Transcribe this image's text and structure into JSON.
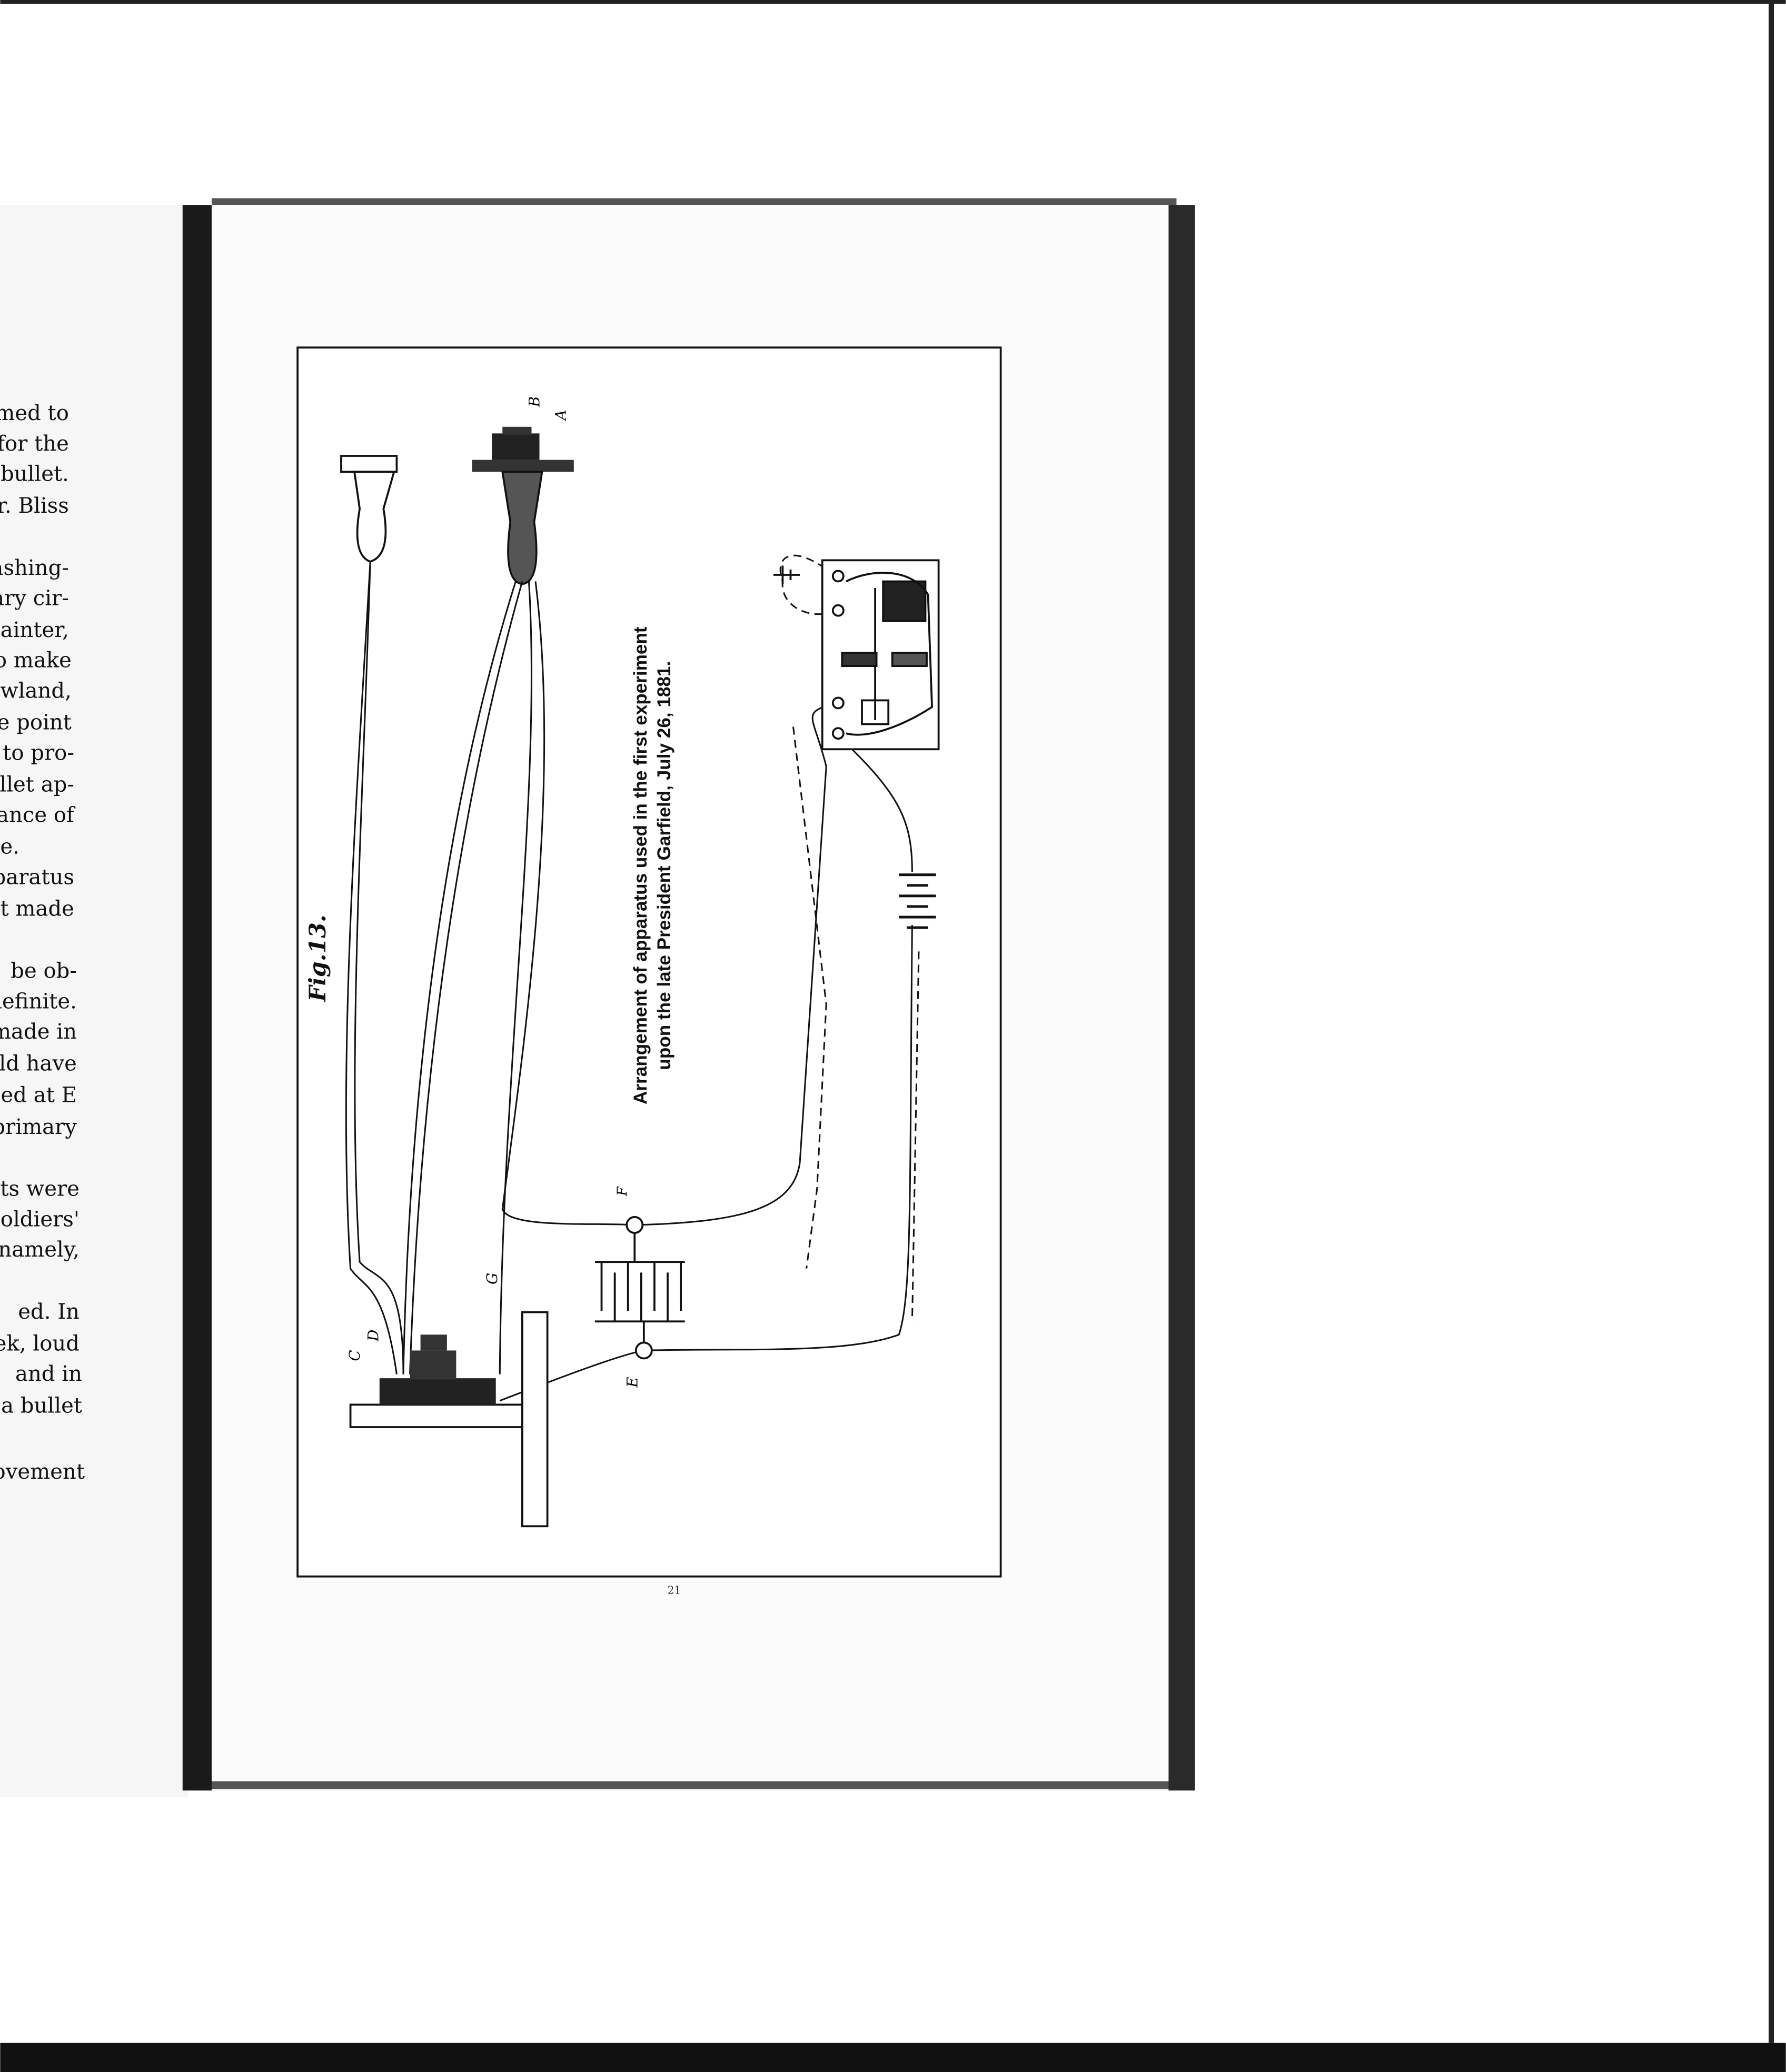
{
  "left_page": {
    "lines": [
      "med to",
      "for the",
      "bullet.",
      "r. Bliss",
      "ashing-",
      "ary cir-",
      "ainter,",
      "o make",
      "wland,",
      "e point",
      "to pro-",
      "llet ap-",
      "ance of",
      "e.",
      "paratus",
      "t made",
      "be ob-",
      "definite.",
      "made in",
      "ld have",
      "ed at E",
      "primary",
      "ts were",
      "oldiers'",
      "namely,",
      "ed.  In",
      "ek, loud",
      "and in",
      "a bullet",
      "ovement"
    ]
  },
  "figure": {
    "label": "Fig.13.",
    "caption_line1": "Arrangement of apparatus used in the first experiment",
    "caption_line2": "upon the late President Garfield, July 26, 1881.",
    "letters": {
      "A": "A",
      "B": "B",
      "C": "C",
      "D": "D",
      "E": "E",
      "F": "F",
      "G": "G"
    }
  },
  "page_number": "21"
}
